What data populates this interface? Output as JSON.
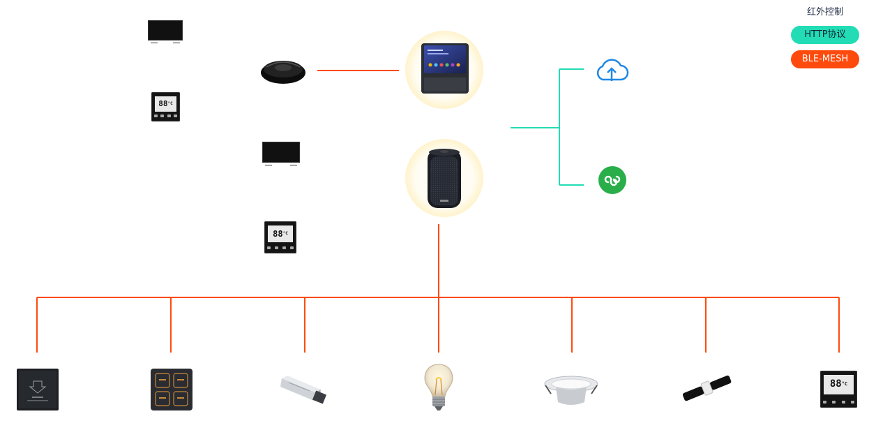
{
  "legend": {
    "title": "红外控制",
    "http_label": "HTTP协议",
    "ble_label": "BLE-MESH",
    "http_color": "#22dcb5",
    "ble_color": "#ff4a0d"
  },
  "devices": {
    "thermostat_display": "88",
    "thermostat_unit": "°C"
  },
  "icons": {
    "cloud": "cloud-upload-icon",
    "mini_program": "mini-program-icon"
  }
}
